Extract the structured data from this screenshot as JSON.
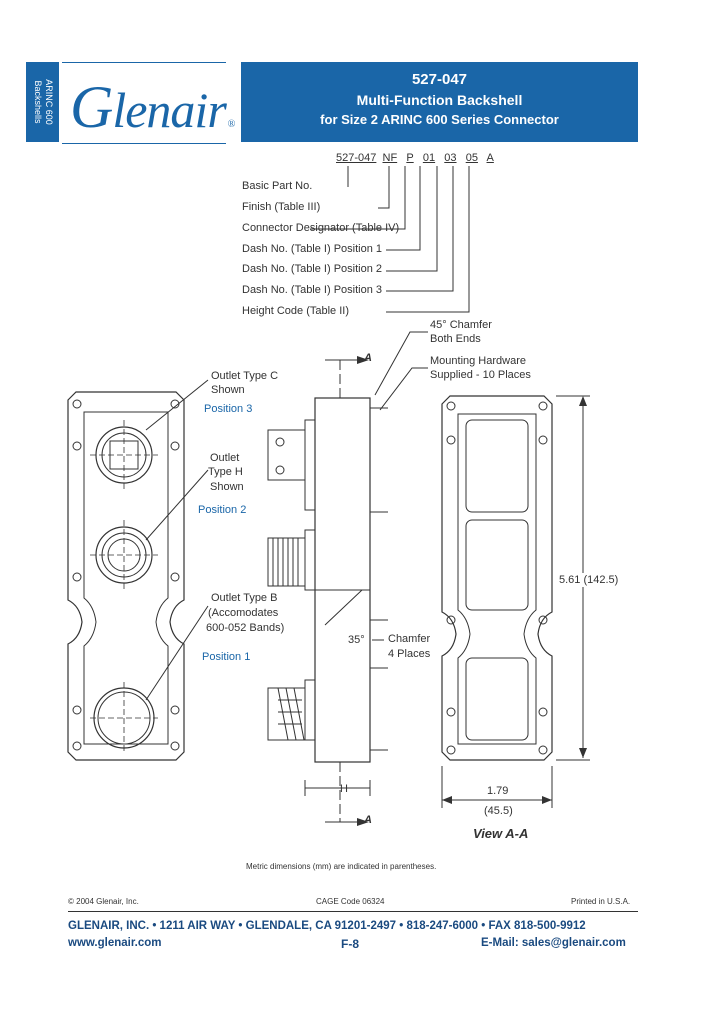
{
  "side_tab": {
    "line1": "ARINC 600",
    "line2": "Backshells"
  },
  "logo": {
    "cap": "G",
    "rest": "lenair",
    "reg": "®"
  },
  "header": {
    "part_number": "527-047",
    "title": "Multi-Function  Backshell",
    "subtitle": "for Size 2 ARINC 600 Series Connector"
  },
  "part_code": {
    "base": "527-047",
    "finish": "NF",
    "designator": "P",
    "pos1": "01",
    "pos2": "03",
    "pos3": "05",
    "height": "A"
  },
  "callouts": [
    "Basic Part No.",
    "Finish (Table III)",
    "Connector Designator (Table IV)",
    "Dash No. (Table I) Position 1",
    "Dash No. (Table I) Position 2",
    "Dash No. (Table I) Position 3",
    "Height Code (Table II)"
  ],
  "drawing": {
    "chamfer_top": [
      "45° Chamfer",
      "Both Ends"
    ],
    "hardware": [
      "Mounting Hardware",
      "Supplied - 10 Places"
    ],
    "outlet_c": [
      "Outlet Type C",
      "Shown"
    ],
    "outlet_h": [
      "Outlet",
      "Type H",
      "Shown"
    ],
    "outlet_b": [
      "Outlet Type B",
      "(Accomodates",
      "600-052 Bands)"
    ],
    "position_3": "Position 3",
    "position_2": "Position 2",
    "position_1": "Position 1",
    "chamfer_side": [
      "Chamfer",
      "4 Places"
    ],
    "angle": "35°",
    "section": "A",
    "dim_height": "H",
    "dim_length": "5.61 (142.5)",
    "dim_width": [
      "1.79",
      "(45.5)"
    ],
    "view_label": "View A-A",
    "metric_note": "Metric dimensions (mm) are indicated in parentheses."
  },
  "footer": {
    "copyright": "© 2004 Glenair, Inc.",
    "cage": "CAGE Code 06324",
    "printed": "Printed in U.S.A.",
    "address": "GLENAIR, INC. • 1211 AIR WAY • GLENDALE, CA 91201-2497 • 818-247-6000 • FAX 818-500-9912",
    "website": "www.glenair.com",
    "page": "F-8",
    "email": "E-Mail: sales@glenair.com"
  },
  "colors": {
    "brand_blue": "#1a66a8",
    "footer_text": "#1a4a80"
  }
}
